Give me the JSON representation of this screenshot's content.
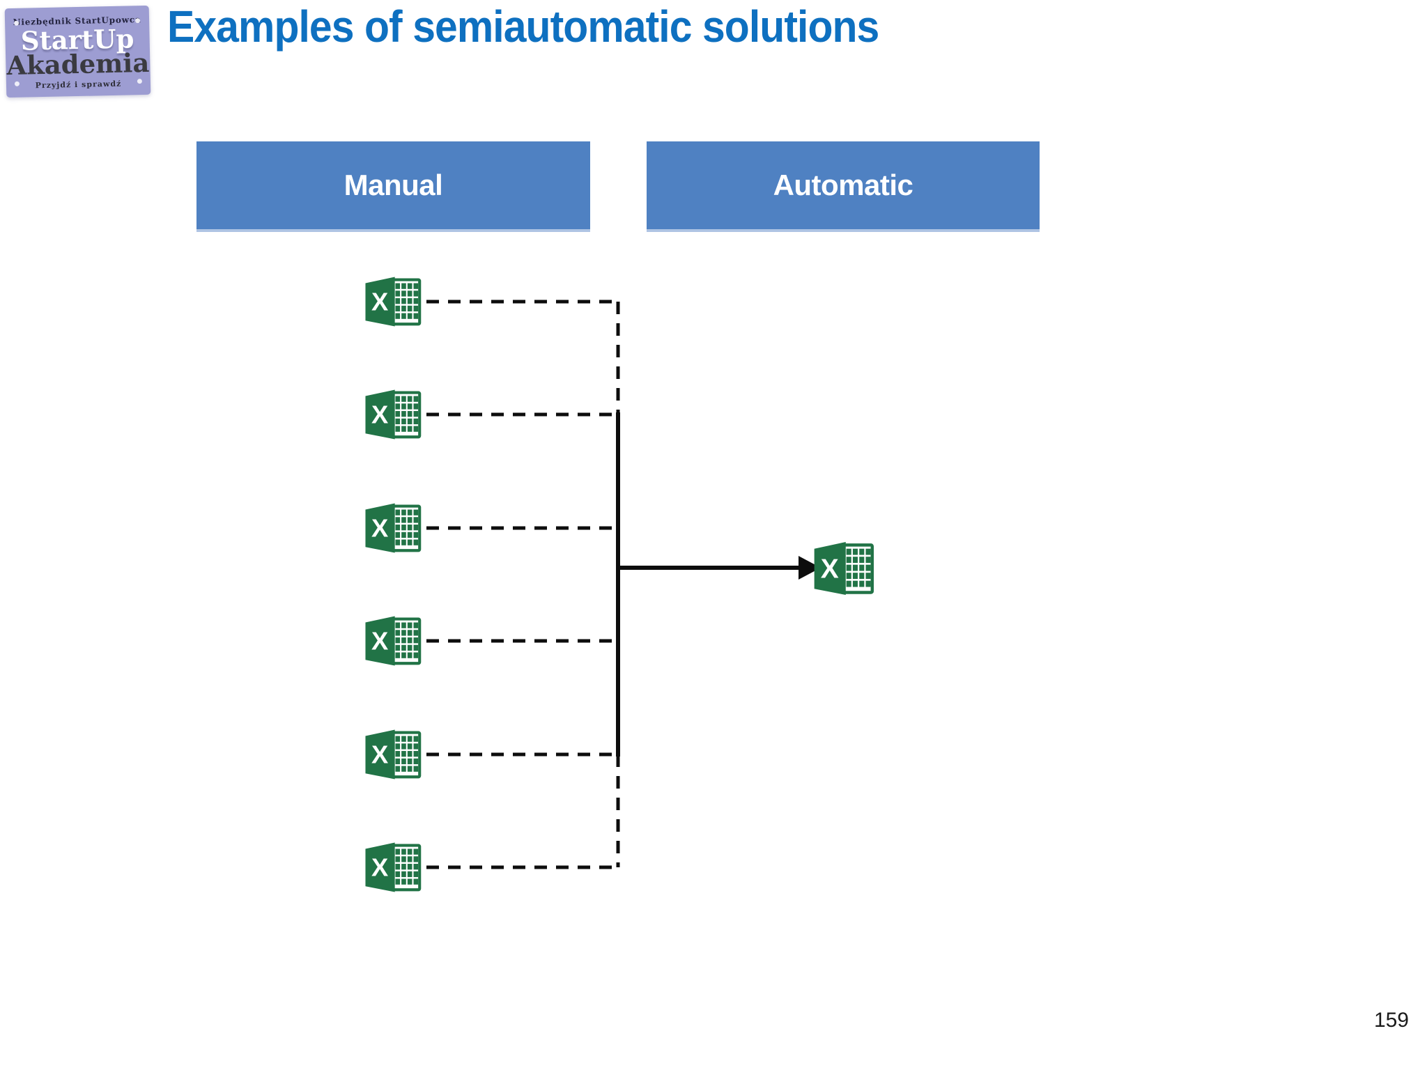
{
  "slide": {
    "title": "Examples of semiautomatic solutions",
    "page_number": "159"
  },
  "logo": {
    "tagline_top": "Niezbędnik StartUpowca",
    "name_line1": "StartUp",
    "name_line2": "Akademia",
    "tagline_bottom": "Przyjdź i sprawdź"
  },
  "columns": [
    {
      "id": "manual",
      "label": "Manual"
    },
    {
      "id": "automatic",
      "label": "Automatic"
    }
  ],
  "diagram": {
    "source_icons": [
      {
        "icon": "excel-file-icon"
      },
      {
        "icon": "excel-file-icon"
      },
      {
        "icon": "excel-file-icon"
      },
      {
        "icon": "excel-file-icon"
      },
      {
        "icon": "excel-file-icon"
      },
      {
        "icon": "excel-file-icon"
      }
    ],
    "target_icon": "excel-file-icon"
  },
  "colors": {
    "title_blue": "#0e70c0",
    "header_box_blue": "#4f81c2",
    "header_text": "#ffffff",
    "excel_green": "#217346",
    "logo_background": "#9d9dd2",
    "connector_line": "#0d0d0d"
  }
}
